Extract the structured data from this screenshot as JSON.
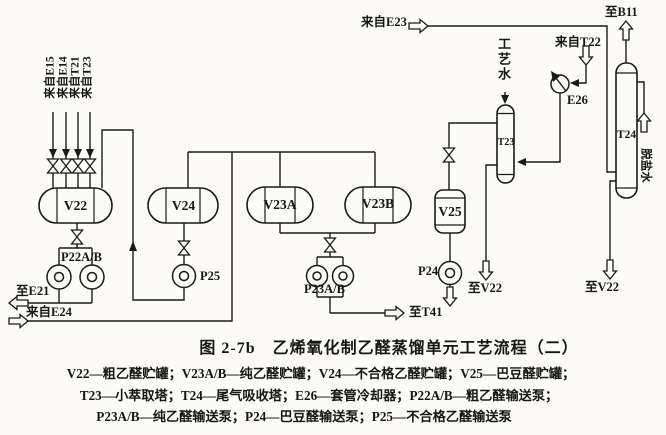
{
  "figure": {
    "title": "图 2-7b　乙烯氧化制乙醛蒸馏单元工艺流程（二）",
    "legend": [
      "V22—粗乙醛贮罐；V23A/B—纯乙醛贮罐；V24—不合格乙醛贮罐；V25—巴豆醛贮罐；",
      "T23—小萃取塔；T24—尾气吸收塔；E26—套管冷却器；P22A/B—粗乙醛输送泵；",
      "P23A/B—纯乙醛输送泵；P24—巴豆醛输送泵；P25—不合格乙醛输送泵"
    ]
  },
  "equipment": {
    "v22": "V22",
    "v24": "V24",
    "v23a": "V23A",
    "v23b": "V23B",
    "v25": "V25",
    "t23": "T23",
    "t24": "T24",
    "e26": "E26",
    "p22ab": "P22A/B",
    "p25": "P25",
    "p23ab": "P23A/B",
    "p24": "P24"
  },
  "streams": {
    "from_e15": "来自E15",
    "from_e14": "来自E14",
    "from_t21": "来自T21",
    "from_t23": "来自T23",
    "to_e21": "至E21",
    "from_e24": "来自E24",
    "to_t41": "至T41",
    "to_v22_a": "至V22",
    "to_v22_b": "至V22",
    "from_e23": "来自E23",
    "process_water": "工艺水",
    "from_t22": "来自T22",
    "to_b11": "至B11",
    "desalted_water": "脱盐水"
  },
  "colors": {
    "line": "#1a1a1a",
    "background": "#fcfbf7"
  }
}
